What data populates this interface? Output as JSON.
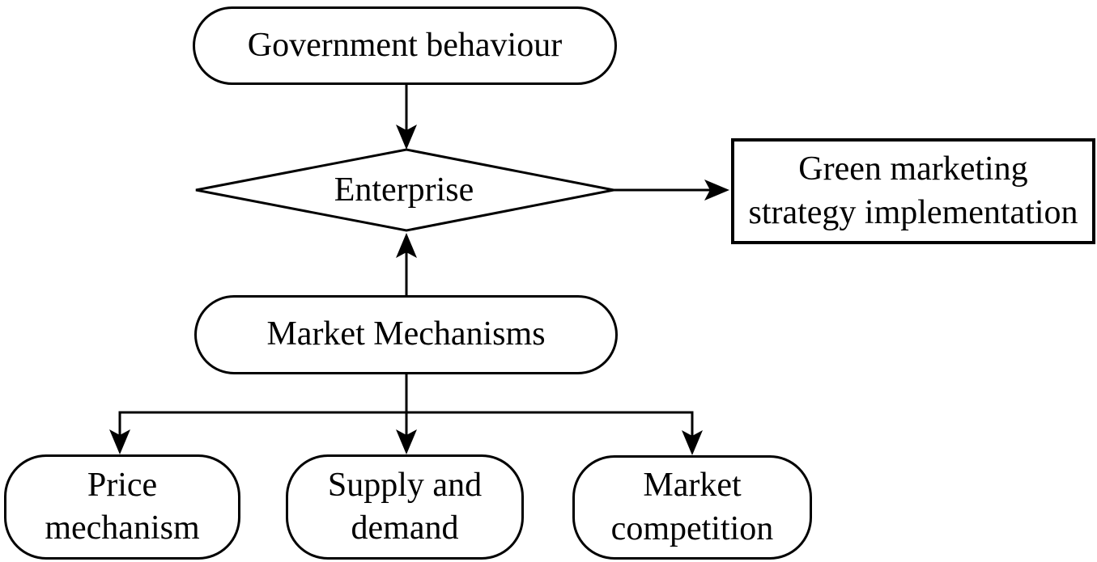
{
  "colors": {
    "background": "#ffffff",
    "stroke": "#000000",
    "text": "#000000"
  },
  "diagram": {
    "type": "flowchart",
    "nodes": {
      "government": {
        "shape": "stadium",
        "label": "Government behaviour"
      },
      "enterprise": {
        "shape": "diamond",
        "label": "Enterprise"
      },
      "green_strategy": {
        "shape": "rectangle",
        "lines": [
          "Green marketing",
          "strategy implementation"
        ]
      },
      "market_mechanisms": {
        "shape": "stadium",
        "label": "Market Mechanisms"
      },
      "price_mechanism": {
        "shape": "rounded",
        "lines": [
          "Price",
          "mechanism"
        ]
      },
      "supply_demand": {
        "shape": "rounded",
        "lines": [
          "Supply and",
          "demand"
        ]
      },
      "market_competition": {
        "shape": "rounded",
        "lines": [
          "Market",
          "competition"
        ]
      }
    },
    "edges": [
      {
        "from": "government",
        "to": "enterprise",
        "direction": "down",
        "arrow": true
      },
      {
        "from": "market_mechanisms",
        "to": "enterprise",
        "direction": "up",
        "arrow": true
      },
      {
        "from": "enterprise",
        "to": "green_strategy",
        "direction": "right",
        "arrow": true
      },
      {
        "from": "market_mechanisms",
        "to": "price_mechanism",
        "direction": "down",
        "arrow": true
      },
      {
        "from": "market_mechanisms",
        "to": "supply_demand",
        "direction": "down",
        "arrow": true
      },
      {
        "from": "market_mechanisms",
        "to": "market_competition",
        "direction": "down",
        "arrow": true
      }
    ]
  }
}
